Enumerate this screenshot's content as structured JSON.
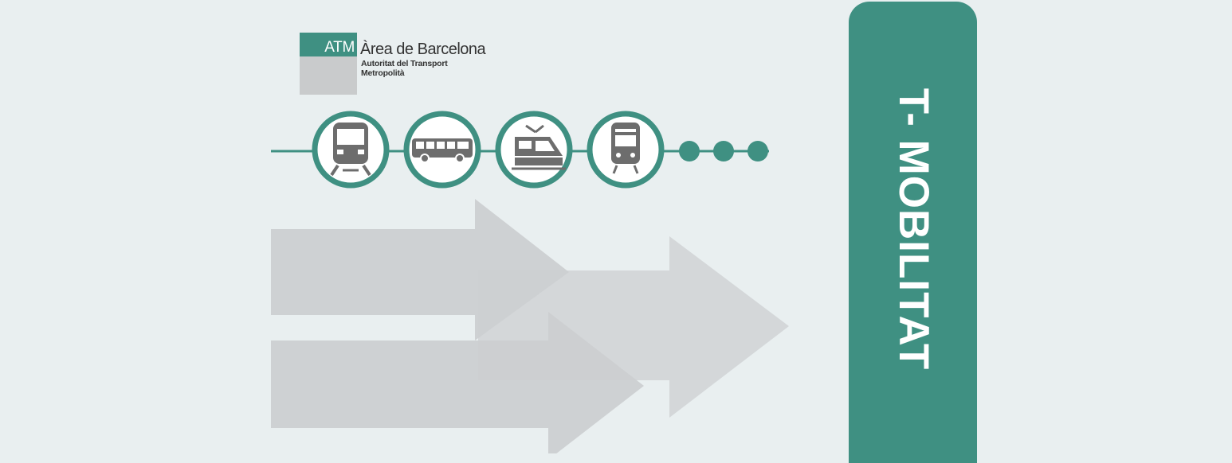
{
  "logo": {
    "abbr": "ATM",
    "title": "Àrea de Barcelona",
    "subtitle_line1": "Autoritat del Transport",
    "subtitle_line2": "Metropolità"
  },
  "transport_modes": [
    {
      "icon": "metro-train-icon"
    },
    {
      "icon": "bus-icon"
    },
    {
      "icon": "tram-icon"
    },
    {
      "icon": "commuter-train-icon"
    }
  ],
  "more_indicator": {
    "icon": "ellipsis-dots-icon"
  },
  "card": {
    "label": "T- MOBILITAT"
  },
  "colors": {
    "background": "#e9eff0",
    "accent": "#3f9082",
    "arrow_gray": "#cfd3d4",
    "icon_gray": "#6d6d6d"
  }
}
